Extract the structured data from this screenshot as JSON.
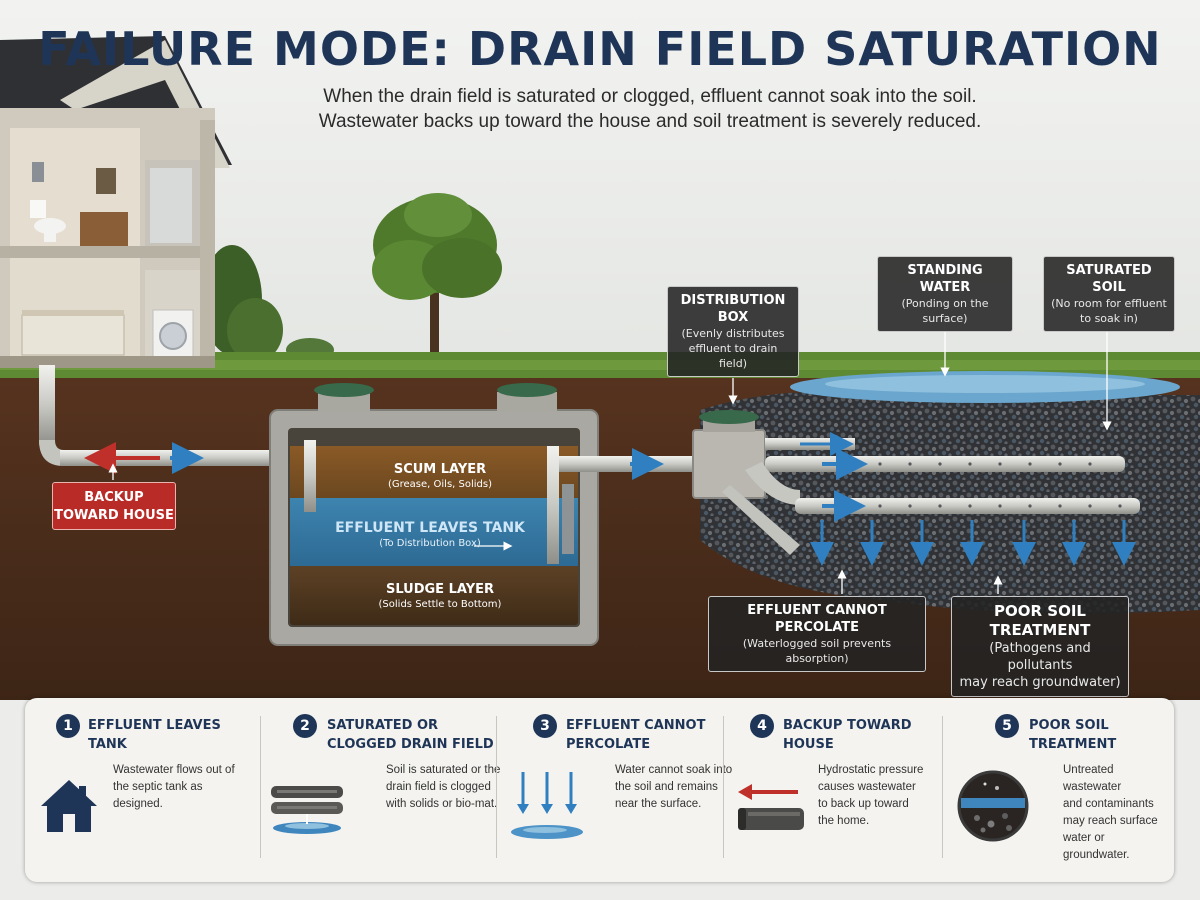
{
  "title": "FAILURE MODE: DRAIN FIELD SATURATION",
  "subtitle": "When the drain field is saturated or clogged, effluent cannot soak into the soil. Wastewater backs up toward the house and soil treatment is severely reduced.",
  "colors": {
    "title": "#1f3557",
    "sky": "#ecedeb",
    "soil": "#4a2d1c",
    "water": "#3f86bf",
    "arrow_red": "#c0302b",
    "arrow_blue": "#2f7fc1",
    "label_bg": "#232323"
  },
  "labels": {
    "backup": {
      "line1": "BACKUP",
      "line2": "TOWARD HOUSE"
    },
    "scum": {
      "title": "SCUM LAYER",
      "sub": "(Grease, Oils, Solids)"
    },
    "effluent_leaves": {
      "title": "EFFLUENT LEAVES TANK",
      "sub": "(To Distribution Box)"
    },
    "sludge": {
      "title": "SLUDGE LAYER",
      "sub": "(Solids Settle to Bottom)"
    },
    "distribution_box": {
      "title": "DISTRIBUTION BOX",
      "sub1": "(Evenly distributes",
      "sub2": "effluent to drain field)"
    },
    "standing_water": {
      "title": "STANDING WATER",
      "sub": "(Ponding on the surface)"
    },
    "saturated_soil": {
      "title": "SATURATED SOIL",
      "sub1": "(No room for effluent",
      "sub2": "to soak in)"
    },
    "cannot_percolate": {
      "title": "EFFLUENT CANNOT PERCOLATE",
      "sub": "(Waterlogged soil prevents absorption)"
    },
    "poor_treatment": {
      "title": "POOR SOIL TREATMENT",
      "sub1": "(Pathogens and pollutants",
      "sub2": "may reach groundwater)"
    }
  },
  "steps": [
    {
      "number": "1",
      "title_line1": "EFFLUENT LEAVES TANK",
      "title_line2": "",
      "icon": "house-icon",
      "body": [
        "Wastewater flows out of",
        "the septic tank as",
        "designed."
      ]
    },
    {
      "number": "2",
      "title_line1": "SATURATED OR",
      "title_line2": "CLOGGED DRAIN FIELD",
      "icon": "clogged-pipes-icon",
      "body": [
        "Soil is saturated or the",
        "drain field is clogged",
        "with solids or bio-mat."
      ]
    },
    {
      "number": "3",
      "title_line1": "EFFLUENT CANNOT",
      "title_line2": "PERCOLATE",
      "icon": "down-arrows-puddle-icon",
      "body": [
        "Water cannot soak into",
        "the soil and remains",
        "near the surface."
      ]
    },
    {
      "number": "4",
      "title_line1": "BACKUP TOWARD HOUSE",
      "title_line2": "",
      "icon": "backup-pipe-icon",
      "body": [
        "Hydrostatic pressure",
        "causes wastewater",
        "to back up toward",
        "the home."
      ]
    },
    {
      "number": "5",
      "title_line1": "POOR SOIL TREATMENT",
      "title_line2": "",
      "icon": "soil-cross-section-icon",
      "body": [
        "Untreated wastewater",
        "and contaminants",
        "may reach surface",
        "water or groundwater."
      ]
    }
  ]
}
